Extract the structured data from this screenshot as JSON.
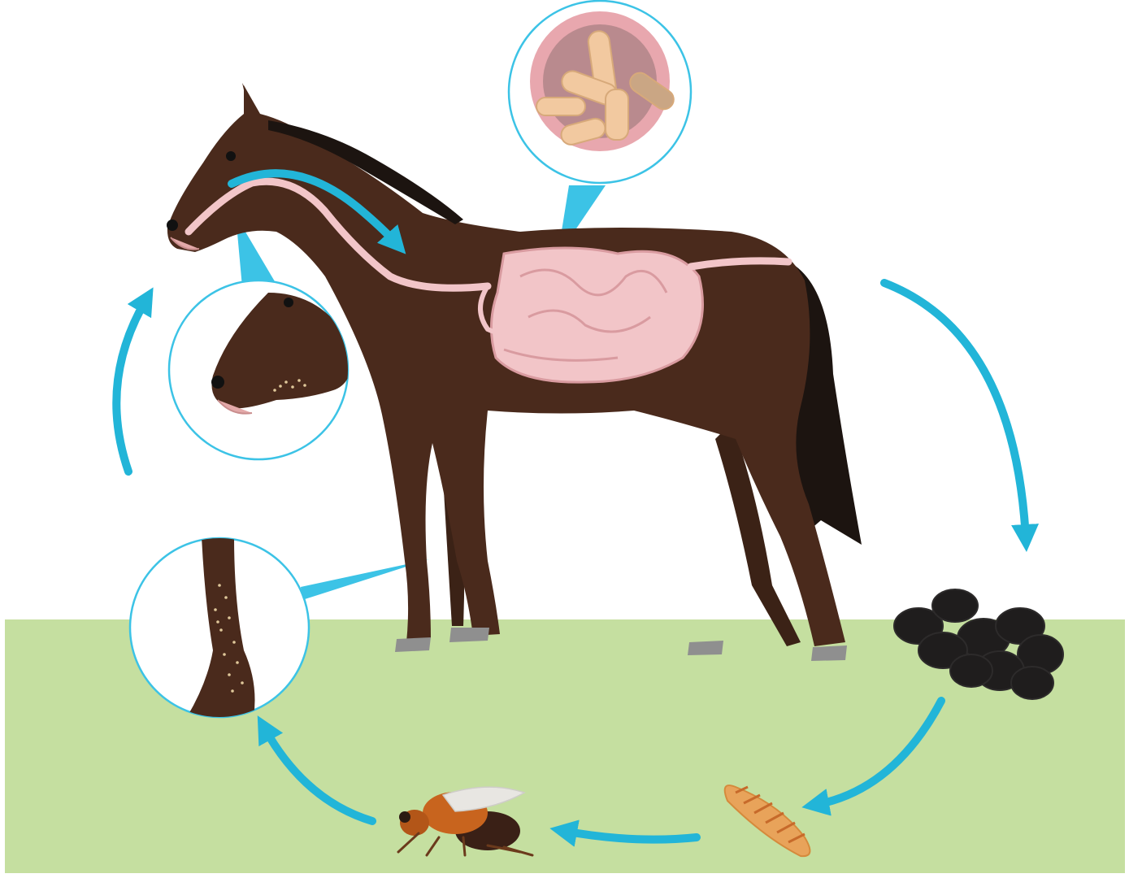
{
  "diagram": {
    "type": "life-cycle",
    "subject": "horse bot fly",
    "labels": [],
    "stages": [
      {
        "id": "ingestion",
        "icon": "horse-head-icon"
      },
      {
        "id": "stomach-larvae",
        "icon": "larvae-icon"
      },
      {
        "id": "droppings",
        "icon": "dung-icon"
      },
      {
        "id": "pupa",
        "icon": "pupa-icon"
      },
      {
        "id": "adult-fly",
        "icon": "bot-fly-icon"
      },
      {
        "id": "eggs-on-leg",
        "icon": "egg-leg-icon"
      }
    ],
    "colors": {
      "arrow": "#22b5d8",
      "horse": "#4a2a1c",
      "mane": "#1c1410",
      "gut": "#f2c5c8",
      "ground": "#c5dfa0",
      "dung": "#1f1d1d",
      "pupa": "#e8a35a",
      "fly": "#c8641e",
      "hoof": "#8f8f8f"
    }
  }
}
